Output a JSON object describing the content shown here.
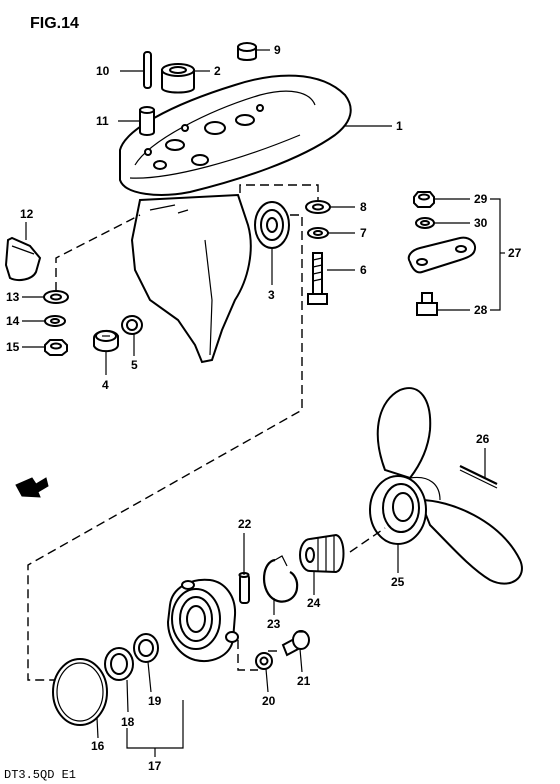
{
  "figure": {
    "title": "FIG.14",
    "footer": "DT3.5QD E1"
  },
  "callouts": {
    "c1": "1",
    "c2": "2",
    "c3": "3",
    "c4": "4",
    "c5": "5",
    "c6": "6",
    "c7": "7",
    "c8": "8",
    "c9": "9",
    "c10": "10",
    "c11": "11",
    "c12": "12",
    "c13": "13",
    "c14": "14",
    "c15": "15",
    "c16": "16",
    "c17": "17",
    "c18": "18",
    "c19": "19",
    "c20": "20",
    "c21": "21",
    "c22": "22",
    "c23": "23",
    "c24": "24",
    "c25": "25",
    "c26": "26",
    "c27": "27",
    "c28": "28",
    "c29": "29",
    "c30": "30"
  }
}
